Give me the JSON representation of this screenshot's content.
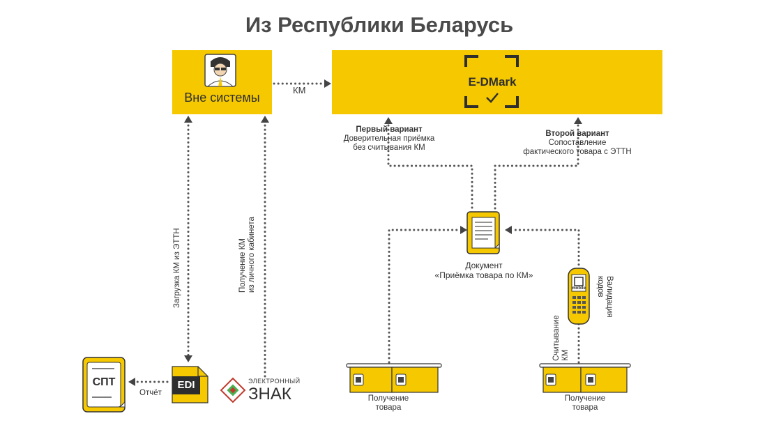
{
  "title": "Из Республики Беларусь",
  "outside_box": {
    "label": "Вне системы"
  },
  "edmark_box": {
    "logo_text": "E-DMark"
  },
  "arrow_km": "КМ",
  "variant1": {
    "title": "Первый вариант",
    "line1": "Доверительная приёмка",
    "line2": "без считывания КМ"
  },
  "variant2": {
    "title": "Второй вариант",
    "line1": "Сопоставление",
    "line2": "фактического товара с ЭТТН"
  },
  "vertical_left": "Загрузка КМ из ЭТТН",
  "vertical_right_line1": "Получение КМ",
  "vertical_right_line2": "из личного кабинета",
  "document": {
    "line1": "Документ",
    "line2": "«Приёмка товара по КМ»"
  },
  "scan_label": {
    "line1": "Считывание",
    "line2": "КМ"
  },
  "validate_label": {
    "line1": "Валидация",
    "line2": "кодов"
  },
  "goods_left": {
    "line1": "Получение",
    "line2": "товара"
  },
  "goods_right": {
    "line1": "Получение",
    "line2": "товара"
  },
  "spt": {
    "label": "СПТ"
  },
  "edi": {
    "label": "EDI"
  },
  "report_label": "Отчёт",
  "znak": {
    "top": "ЭЛЕКТРОННЫЙ",
    "bottom": "ЗНАК"
  },
  "scanner_screen": "mobile",
  "colors": {
    "accent": "#f5c800",
    "dark": "#2e2e2e",
    "dots": "#555555"
  },
  "icons": [
    "person-icon",
    "scan-frame-icon",
    "document-icon",
    "scanner-icon",
    "box-icon",
    "spt-document-icon",
    "edi-file-icon",
    "znak-logo-icon"
  ]
}
